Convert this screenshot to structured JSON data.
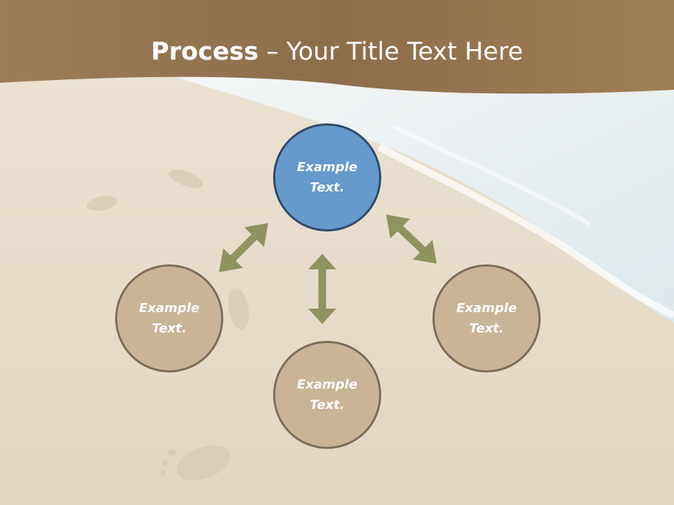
{
  "slide": {
    "title_bold": "Process",
    "title_rest": " – Your Title Text Here",
    "colors": {
      "header": "#8b6b48",
      "sand": "#e8dcc8",
      "center_node": "#6699cc",
      "outer_node": "#c9b496",
      "arrow": "#8f9360"
    }
  },
  "diagram": {
    "nodes": [
      {
        "id": "top",
        "text": "Example Text."
      },
      {
        "id": "left",
        "text": "Example Text."
      },
      {
        "id": "bottom",
        "text": "Example Text."
      },
      {
        "id": "right",
        "text": "Example Text."
      }
    ]
  }
}
